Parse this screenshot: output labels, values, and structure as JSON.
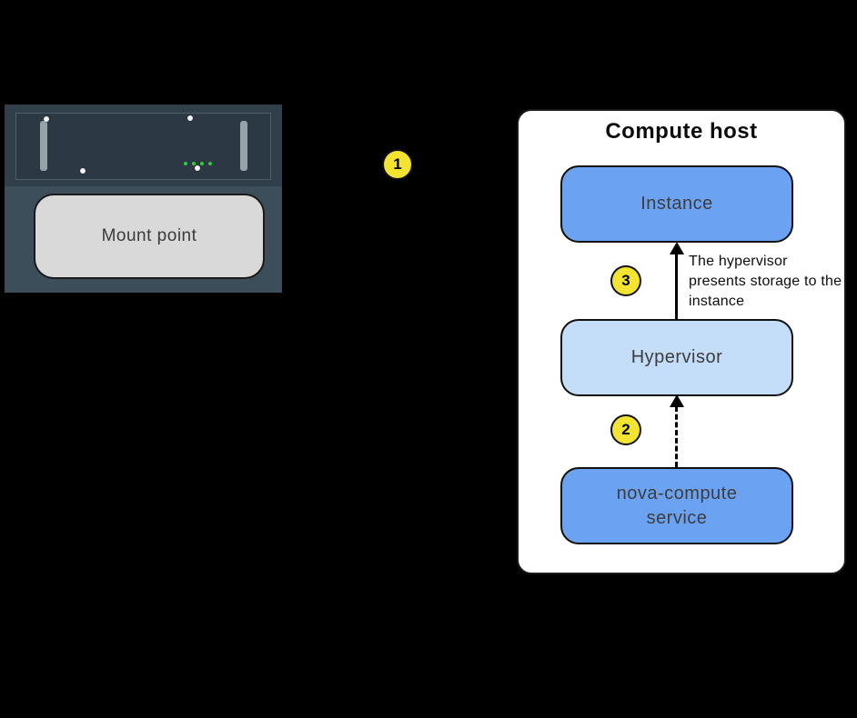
{
  "diagram": {
    "storage": {
      "mount_point": "Mount point"
    },
    "compute_host": {
      "title": "Compute host",
      "instance": "Instance",
      "hypervisor": "Hypervisor",
      "nova_compute": "nova-compute service",
      "annotation": "The hypervisor presents storage to the instance"
    },
    "steps": {
      "one": "1",
      "two": "2",
      "three": "3"
    },
    "colors": {
      "background": "#000000",
      "panel": "#ffffff",
      "box_blue": "#6ba2f2",
      "box_light_blue": "#c4ddf8",
      "badge_yellow": "#f2e430",
      "appliance_dark": "#313f4b",
      "appliance_light": "#3d4e5b",
      "mount_box_gray": "#d9d9d9",
      "led_green": "#2ecc3a"
    }
  }
}
